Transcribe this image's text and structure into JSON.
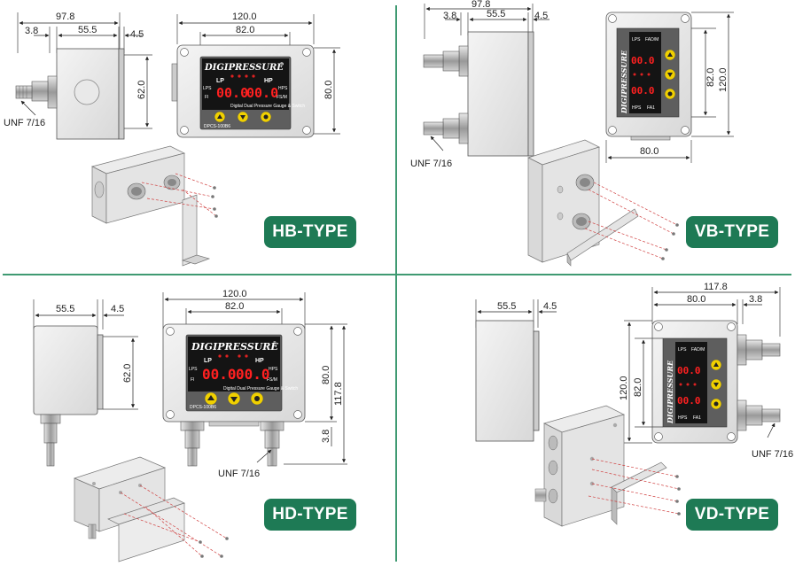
{
  "colors": {
    "badge": "#1e7a55",
    "divider": "#3f9a72",
    "panel": "#1a1a1a",
    "led": "#ff2020",
    "button": "#f0d000"
  },
  "panel_text": {
    "brand": "DIGIPRESSURE",
    "reg": "®",
    "lp": "LP",
    "hp": "HP",
    "lps": "LPS",
    "hps": "HPS",
    "fi": "FI",
    "fsm": "FS/M",
    "fadm": "FAD/M",
    "fa1": "FA1",
    "display_left": "00.0",
    "display_right": "00.0",
    "subtitle": "Digital Dual Pressure Gauge & Switch",
    "model": "DPCS-100B6"
  },
  "quadrants": {
    "hb": {
      "badge": "HB-TYPE",
      "dims": {
        "overall": "97.8",
        "left": "3.8",
        "mid": "55.5",
        "right": "4.5",
        "side_height": "62.0",
        "front_width": "120.0",
        "front_inner": "82.0",
        "front_height": "80.0"
      },
      "thread": "UNF 7/16"
    },
    "vb": {
      "badge": "VB-TYPE",
      "dims": {
        "overall": "97.8",
        "left": "3.8",
        "mid": "55.5",
        "right": "4.5",
        "front_height": "120.0",
        "front_inner": "82.0",
        "front_width": "80.0"
      },
      "thread": "UNF 7/16"
    },
    "hd": {
      "badge": "HD-TYPE",
      "dims": {
        "mid": "55.5",
        "right": "4.5",
        "side_height": "62.0",
        "front_width": "120.0",
        "front_inner": "82.0",
        "front_height": "80.0",
        "total_height": "117.8",
        "stub": "3.8"
      },
      "thread": "UNF 7/16"
    },
    "vd": {
      "badge": "VD-TYPE",
      "dims": {
        "mid": "55.5",
        "right": "4.5",
        "overall": "117.8",
        "front_inner": "80.0",
        "stub": "3.8",
        "front_height": "120.0",
        "panel_height": "82.0"
      },
      "thread": "UNF 7/16"
    }
  }
}
